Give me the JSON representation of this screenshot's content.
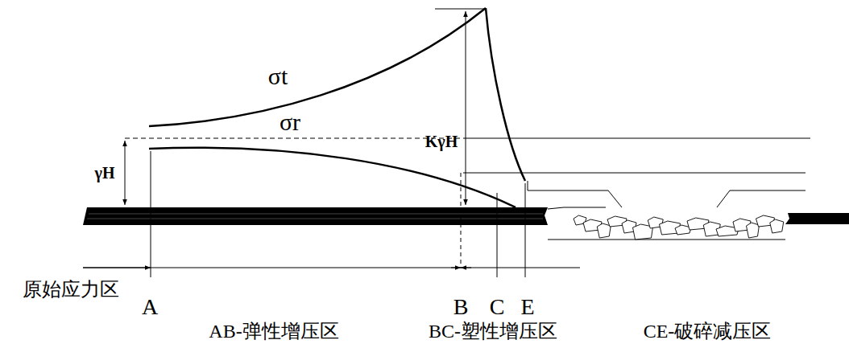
{
  "diagram": {
    "labels": [
      "σt",
      "σr",
      "KγH",
      "γH",
      "原始应力区",
      "A",
      "B",
      "C",
      "E",
      "AB-弹性增压区",
      "BC-塑性增压区",
      "CE-破碎减压区"
    ]
  }
}
